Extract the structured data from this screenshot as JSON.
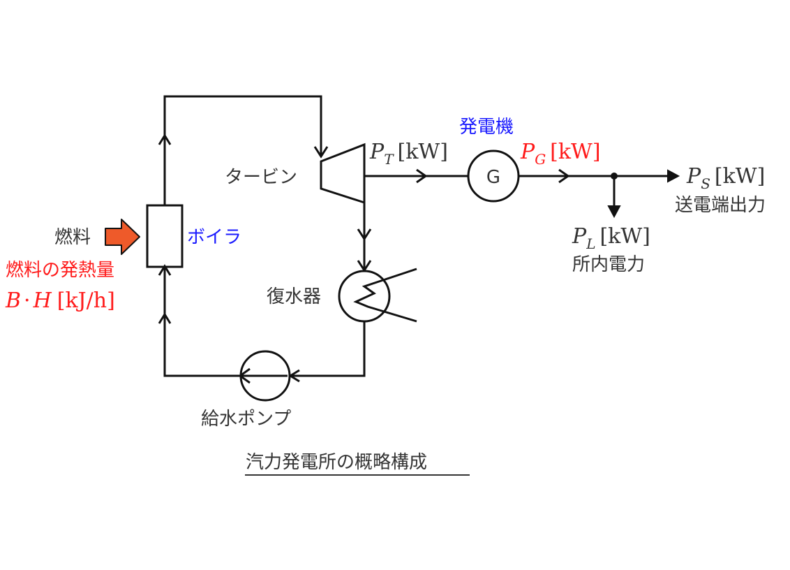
{
  "components": {
    "boiler": "ボイラ",
    "turbine": "タービン",
    "generator": "発電機",
    "generator_symbol": "G",
    "condenser": "復水器",
    "feed_pump": "給水ポンプ"
  },
  "fuel": {
    "label": "燃料",
    "heat_label": "燃料の発熱量",
    "heat_formula": {
      "b": "B",
      "dot": "·",
      "h": "H",
      "unit": "[kJ/h]"
    }
  },
  "turbine_output": {
    "symbol": "P",
    "subscript": "T",
    "unit": "[kW]"
  },
  "generator_output": {
    "symbol": "P",
    "subscript": "G",
    "unit": "[kW]"
  },
  "sending_end": {
    "symbol": "P",
    "subscript": "S",
    "unit": "[kW]",
    "label": "送電端出力"
  },
  "station_load": {
    "symbol": "P",
    "subscript": "L",
    "unit": "[kW]",
    "label": "所内電力"
  },
  "caption": "汽力発電所の概略構成",
  "colors": {
    "blue_label": "#1a1aff",
    "red_label": "#ff1a1a",
    "fuel_arrow": "#ee5a2a",
    "line": "#111111"
  }
}
